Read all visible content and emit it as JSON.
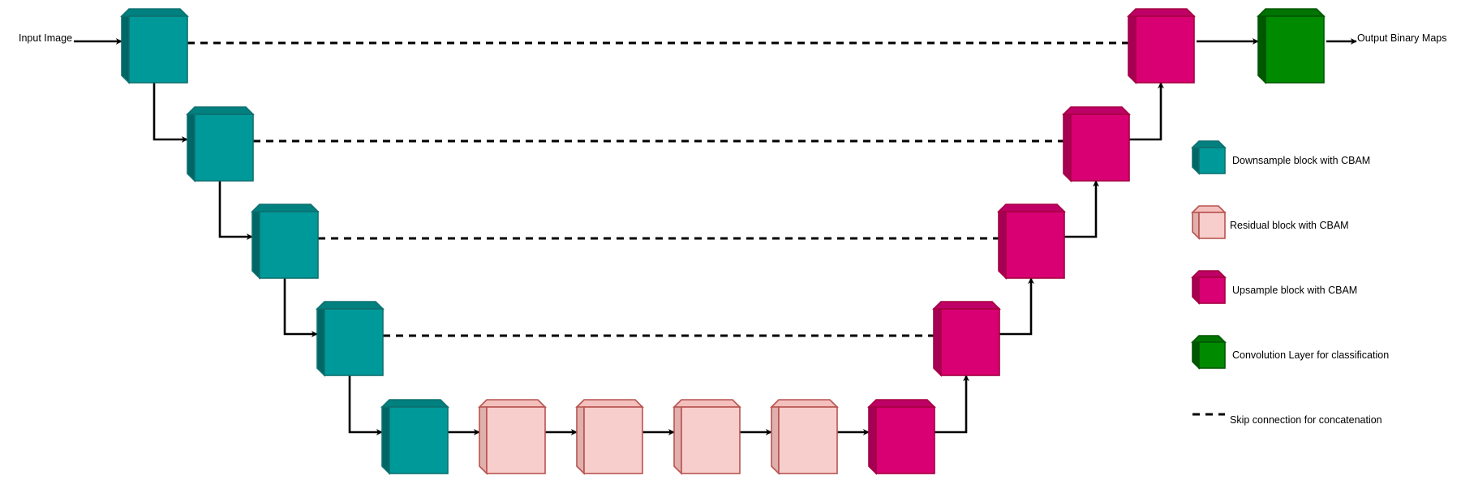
{
  "labels": {
    "input": "Input Image",
    "output": "Output Binary Maps"
  },
  "legend": [
    {
      "kind": "downsample",
      "label": "Downsample block with CBAM"
    },
    {
      "kind": "residual",
      "label": "Residual block with CBAM"
    },
    {
      "kind": "upsample",
      "label": "Upsample block with CBAM"
    },
    {
      "kind": "conv",
      "label": "Convolution Layer for classification"
    },
    {
      "kind": "skip",
      "label": "Skip connection for concatenation"
    }
  ],
  "colors": {
    "downsample": {
      "fill": "#009999",
      "top": "#00807F",
      "side": "#006666",
      "stroke": "#0E7070"
    },
    "residual": {
      "fill": "#F8CECC",
      "top": "#F3C0BD",
      "side": "#E0B0AD",
      "stroke": "#B85450"
    },
    "upsample": {
      "fill": "#D80073",
      "top": "#BE0066",
      "side": "#A50055",
      "stroke": "#A50040"
    },
    "conv": {
      "fill": "#008A00",
      "top": "#007300",
      "side": "#005700",
      "stroke": "#005700"
    },
    "line": "#000000"
  },
  "network": {
    "encoder": [
      "downsample",
      "downsample",
      "downsample",
      "downsample",
      "downsample"
    ],
    "bottleneck": [
      "residual",
      "residual",
      "residual",
      "residual",
      "upsample"
    ],
    "decoder": [
      "upsample",
      "upsample",
      "upsample",
      "upsample"
    ],
    "head": [
      "conv"
    ]
  }
}
